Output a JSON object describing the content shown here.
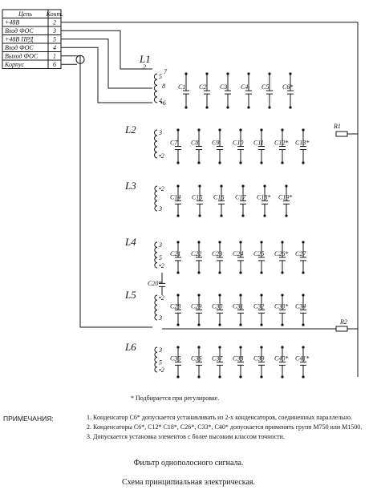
{
  "connector_table": {
    "header": [
      "Цепь",
      "Конт."
    ],
    "rows": [
      {
        "signal": "+48В",
        "pin": "2"
      },
      {
        "signal": "Вход ФОС",
        "pin": "3"
      },
      {
        "signal": "+48В ПРД",
        "pin": "5"
      },
      {
        "signal": "Вход ФОС",
        "pin": "4"
      },
      {
        "signal": "Выход ФОС",
        "pin": "1"
      },
      {
        "signal": "Корпус",
        "pin": "6"
      }
    ]
  },
  "sections": [
    {
      "inductor": "L1",
      "top_pins": [
        "2",
        "7"
      ],
      "coil_pins": [
        "5",
        "4"
      ],
      "secondary_pins": [
        "8",
        "•6"
      ],
      "capacitors": [
        "C1",
        "C2",
        "C3",
        "C4",
        "C5",
        "C6*"
      ]
    },
    {
      "inductor": "L2",
      "coil_pins": [
        "3",
        "•2"
      ],
      "capacitors": [
        "C7",
        "C8",
        "C9",
        "C10",
        "C11",
        "C12*",
        "C13*"
      ]
    },
    {
      "inductor": "L3",
      "coil_pins": [
        "•2",
        "3"
      ],
      "capacitors": [
        "C14",
        "C15",
        "C16",
        "C17",
        "C18*",
        "C19*"
      ]
    },
    {
      "inductor": "L4",
      "coil_pins": [
        "3",
        "5",
        "•2"
      ],
      "capacitors": [
        "C21",
        "C22",
        "C23",
        "C24",
        "C25",
        "C26*",
        "C27"
      ]
    },
    {
      "inductor": "L5",
      "coil_pins": [
        "•2",
        "3"
      ],
      "capacitors": [
        "C28",
        "C29",
        "C30",
        "C31",
        "C32",
        "C33*",
        "C34"
      ]
    },
    {
      "inductor": "L6",
      "coil_pins": [
        "3",
        "5",
        "•2"
      ],
      "capacitors": [
        "C35",
        "C36",
        "C37",
        "C38",
        "C39",
        "C40*",
        "C41*"
      ]
    }
  ],
  "coupling_capacitor": "C20*",
  "resistors": [
    "R1",
    "R2"
  ],
  "footnote": "* Подбирается при регулировке.",
  "notes_label": "ПРИМЕЧАНИЯ:",
  "notes": [
    "1. Конденсатор С6* допускается устанавливать из 2-х конденсаторов, соединенных параллельно.",
    "2. Конденсаторы С6*, С12* С18*, С26*, С33*, С40* допускается применять групп М750 или М1500.",
    "3. Допускается установка элементов с более высоким классом точности."
  ],
  "title": "Фильтр однополосного сигнала.",
  "subtitle": "Схема принципиальная электрическая."
}
